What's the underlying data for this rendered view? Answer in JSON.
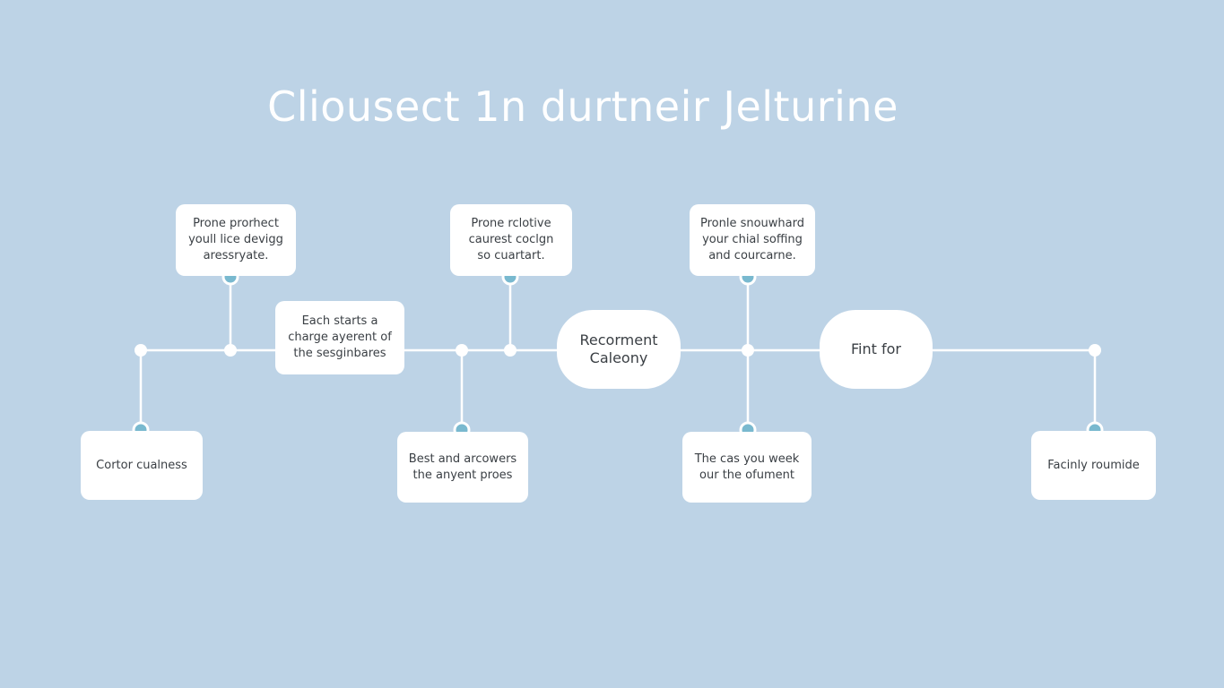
{
  "title": "Cliousect 1n durtneir Jelturine",
  "upper_cards": [
    {
      "text": "Prone prorhect\nyoull lice devigg\naressryate."
    },
    {
      "text": "Prone rclotive\ncaurest coclgn\nso cuartart."
    },
    {
      "text": "Pronle snouwhard\nyour chial soffing\nand courcarne."
    }
  ],
  "middle_card": {
    "text": "Each starts a\ncharge ayerent of\nthe sesginbares"
  },
  "hubs": [
    {
      "text": "Recorment\nCaleony"
    },
    {
      "text": "Fint for"
    }
  ],
  "lower_cards": [
    {
      "text": "Cortor cualness"
    },
    {
      "text": "Best and arcowers\nthe anyent proes"
    },
    {
      "text": "The cas you week\nour the ofument"
    },
    {
      "text": "Facinly roumide"
    }
  ],
  "colors": {
    "background": "#bdd3e6",
    "node_dot": "#79b9cf",
    "card": "#ffffff"
  }
}
